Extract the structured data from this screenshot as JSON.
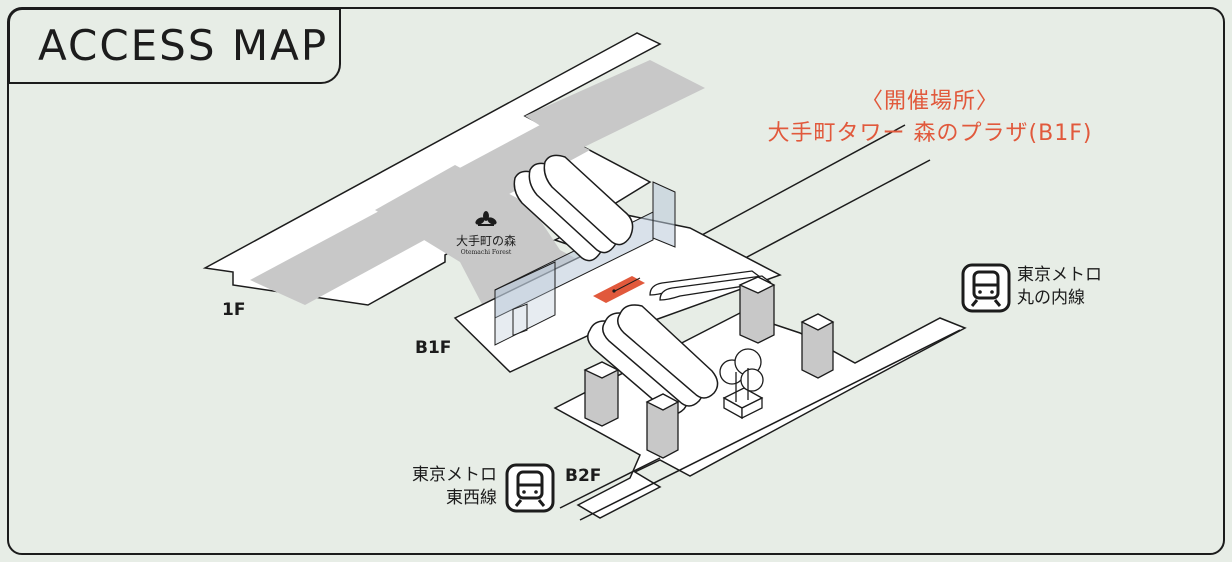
{
  "map": {
    "title": "ACCESS MAP",
    "venue": {
      "heading": "〈開催場所〉",
      "name": "大手町タワー 森のプラザ(B1F)"
    },
    "floors": {
      "f1": "1F",
      "b1": "B1F",
      "b2": "B2F"
    },
    "logo": {
      "jp": "大手町の森",
      "en": "Otemachi Forest"
    },
    "stations": {
      "marunouchi": {
        "line1": "東京メトロ",
        "line2": "丸の内線",
        "icon": "subway-train-icon"
      },
      "tozai": {
        "line1": "東京メトロ",
        "line2": "東西線",
        "icon": "subway-train-icon"
      }
    },
    "colors": {
      "background": "#e7ede6",
      "line": "#1c1c1c",
      "accent": "#e1593c",
      "gray_block": "#c8c8c8",
      "glass": "#b9c8d8"
    }
  }
}
